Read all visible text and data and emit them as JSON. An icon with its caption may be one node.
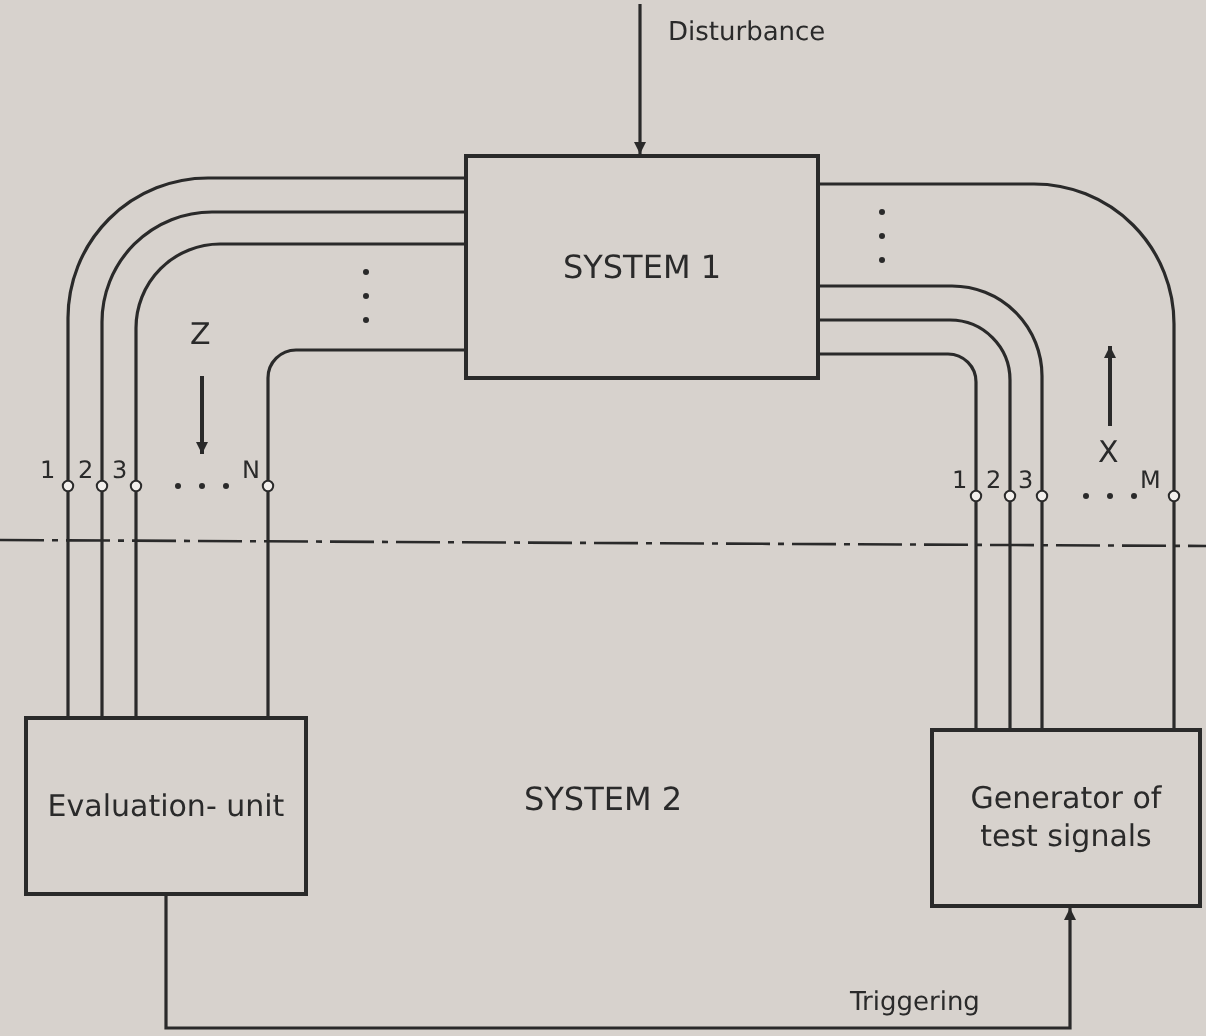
{
  "diagram": {
    "nodes": [
      {
        "text": [
          "SYSTEM 1"
        ]
      },
      {
        "text": [
          "Evaluation- unit"
        ]
      },
      {
        "text": [
          "Generator of test signals"
        ]
      }
    ],
    "edges": [
      {
        "from": null,
        "to": 0,
        "arrow": "to",
        "label": "Disturbance"
      },
      {
        "from": 0,
        "to": 1,
        "arrow": "none"
      },
      {
        "from": 0,
        "to": 1,
        "arrow": "none"
      },
      {
        "from": 0,
        "to": 1,
        "arrow": "none"
      },
      {
        "from": 0,
        "to": 1,
        "arrow": "none"
      },
      {
        "from": 2,
        "to": 0,
        "arrow": "none"
      },
      {
        "from": 2,
        "to": 0,
        "arrow": "none"
      },
      {
        "from": 2,
        "to": 0,
        "arrow": "none"
      },
      {
        "from": 2,
        "to": 0,
        "arrow": "none"
      },
      {
        "from": 1,
        "to": 2,
        "arrow": "to",
        "label": "Triggering"
      }
    ],
    "labels": [
      "Z",
      "X",
      "1",
      "2",
      "3",
      "N",
      "1",
      "2",
      "3",
      "M",
      "SYSTEM 2"
    ]
  }
}
